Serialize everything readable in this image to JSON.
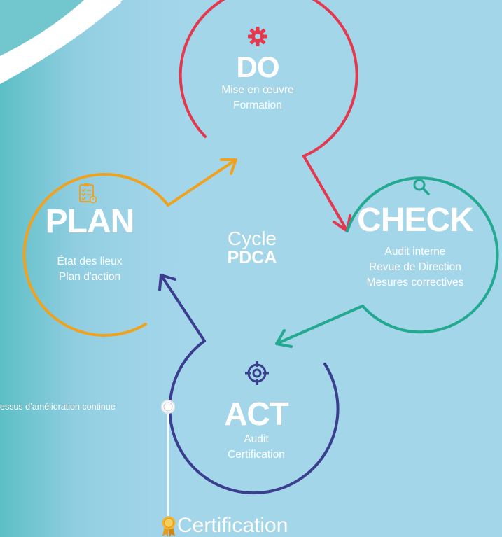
{
  "cycle": {
    "line1": "Cycle",
    "line2": "PDCA"
  },
  "phases": {
    "do": {
      "title": "DO",
      "line1": "Mise en œuvre",
      "line2": "Formation",
      "color": "#e5384f",
      "icon": "gear-icon"
    },
    "check": {
      "title": "CHECK",
      "line1": "Audit interne",
      "line2": "Revue de Direction",
      "line3": "Mesures correctives",
      "color": "#22a98f",
      "icon": "magnifier-icon"
    },
    "act": {
      "title": "ACT",
      "line1": "Audit",
      "line2": "Certification",
      "color": "#3b3d8f",
      "icon": "target-icon"
    },
    "plan": {
      "title": "PLAN",
      "line1": "État des lieux",
      "line2": "Plan d'action",
      "color": "#f0a21e",
      "icon": "checklist-icon"
    }
  },
  "process_label": "essus d’amélioration continue",
  "certification": {
    "label": "Certification",
    "icon": "award-ribbon-icon"
  }
}
